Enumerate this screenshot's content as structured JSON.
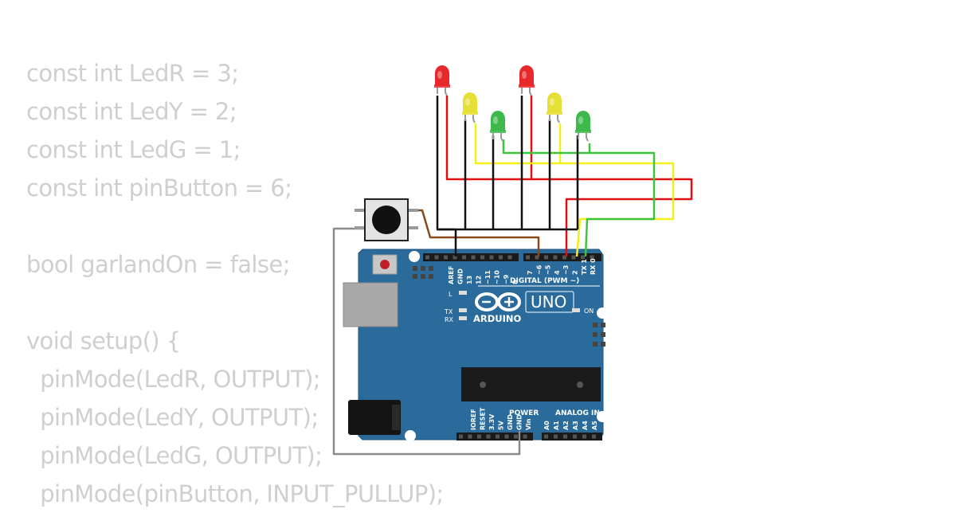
{
  "code_lines": [
    "const int LedR = 3;",
    "const int LedY = 2;",
    "const int LedG = 1;",
    "const int pinButton = 6;",
    "",
    "bool garlandOn = false;",
    "",
    "void setup() {",
    "  pinMode(LedR, OUTPUT);",
    "  pinMode(LedY, OUTPUT);",
    "  pinMode(LedG, OUTPUT);",
    "  pinMode(pinButton, INPUT_PULLUP);"
  ],
  "board": {
    "header_left": [
      "AREF",
      "GND",
      "13",
      "12",
      "~11",
      "~10",
      "~9",
      "8"
    ],
    "header_right": [
      "7",
      "~6",
      "~5",
      "4",
      "~3",
      "2",
      "TX 1",
      "RX 0"
    ],
    "digital_label": "DIGITAL (PWM ~)",
    "label_L": "L",
    "label_TX": "TX",
    "label_RX": "RX",
    "brand": "ARDUINO",
    "model": "UNO",
    "label_on": "ON",
    "power_pins": [
      "IOREF",
      "RESET",
      "3.3V",
      "5V",
      "GND",
      "GND",
      "Vin"
    ],
    "power_label": "POWER",
    "analog_pins": [
      "A0",
      "A1",
      "A2",
      "A3",
      "A4",
      "A5"
    ],
    "analog_label": "ANALOG IN"
  },
  "colors": {
    "board": "#2a6b9c",
    "led_red": "#e8282a",
    "led_yellow": "#e6e036",
    "led_green": "#3fb84b",
    "wire_red": "#e01010",
    "wire_yellow": "#f2ee18",
    "wire_green": "#3cc43c",
    "wire_black": "#111111",
    "wire_brown": "#8b4a1a",
    "wire_gray": "#8a8a8a",
    "code_text": "#cfcfcf"
  }
}
